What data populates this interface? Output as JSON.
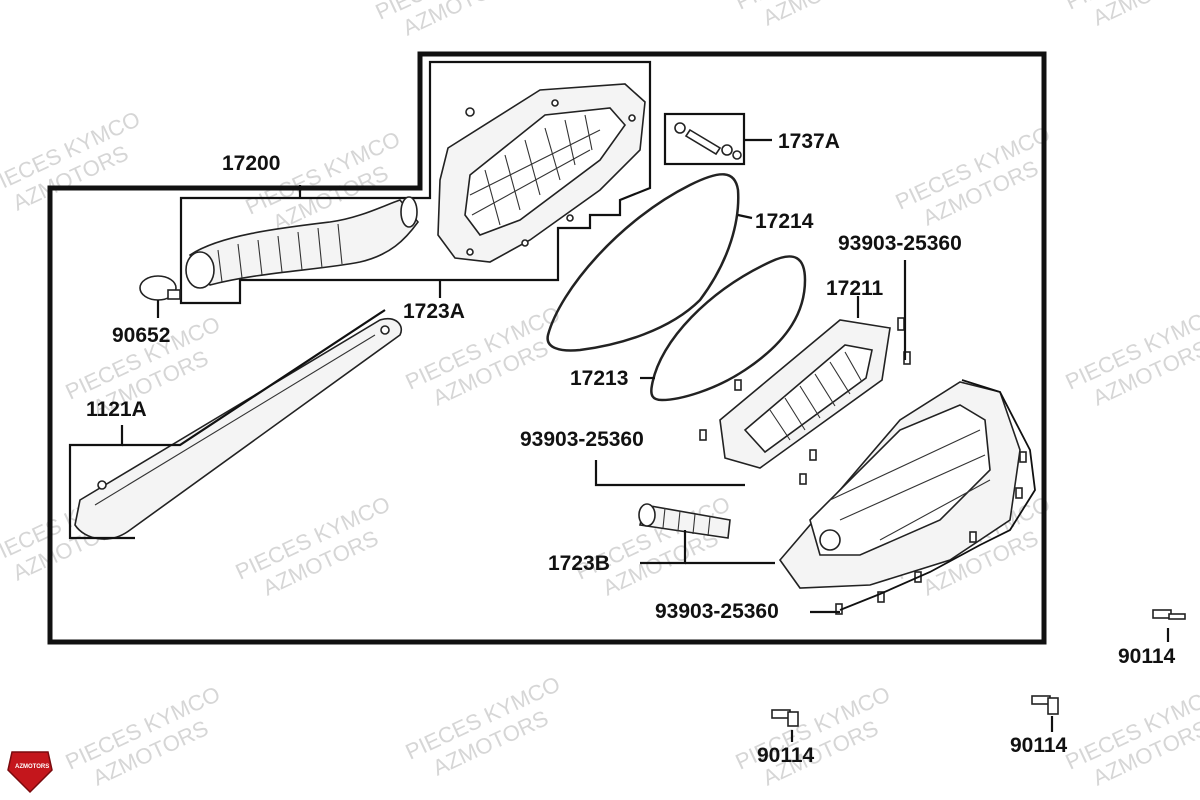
{
  "watermark": {
    "line1": "PIECES KYMCO",
    "line2": "AZMOTORS"
  },
  "logo": {
    "text": "AZMOTORS"
  },
  "part_labels": {
    "p17200": "17200",
    "p1723A": "1723A",
    "p90652": "90652",
    "p1121A": "1121A",
    "p1737A": "1737A",
    "p17214": "17214",
    "p93903_top": "93903-25360",
    "p17211": "17211",
    "p17213": "17213",
    "p93903_mid": "93903-25360",
    "p1723B": "1723B",
    "p93903_bot": "93903-25360",
    "p90114_right": "90114",
    "p90114_mid": "90114",
    "p90114_bot": "90114"
  },
  "colors": {
    "outline": "#111111",
    "watermark": "#d6d6d6",
    "logo_red": "#c4161c"
  }
}
